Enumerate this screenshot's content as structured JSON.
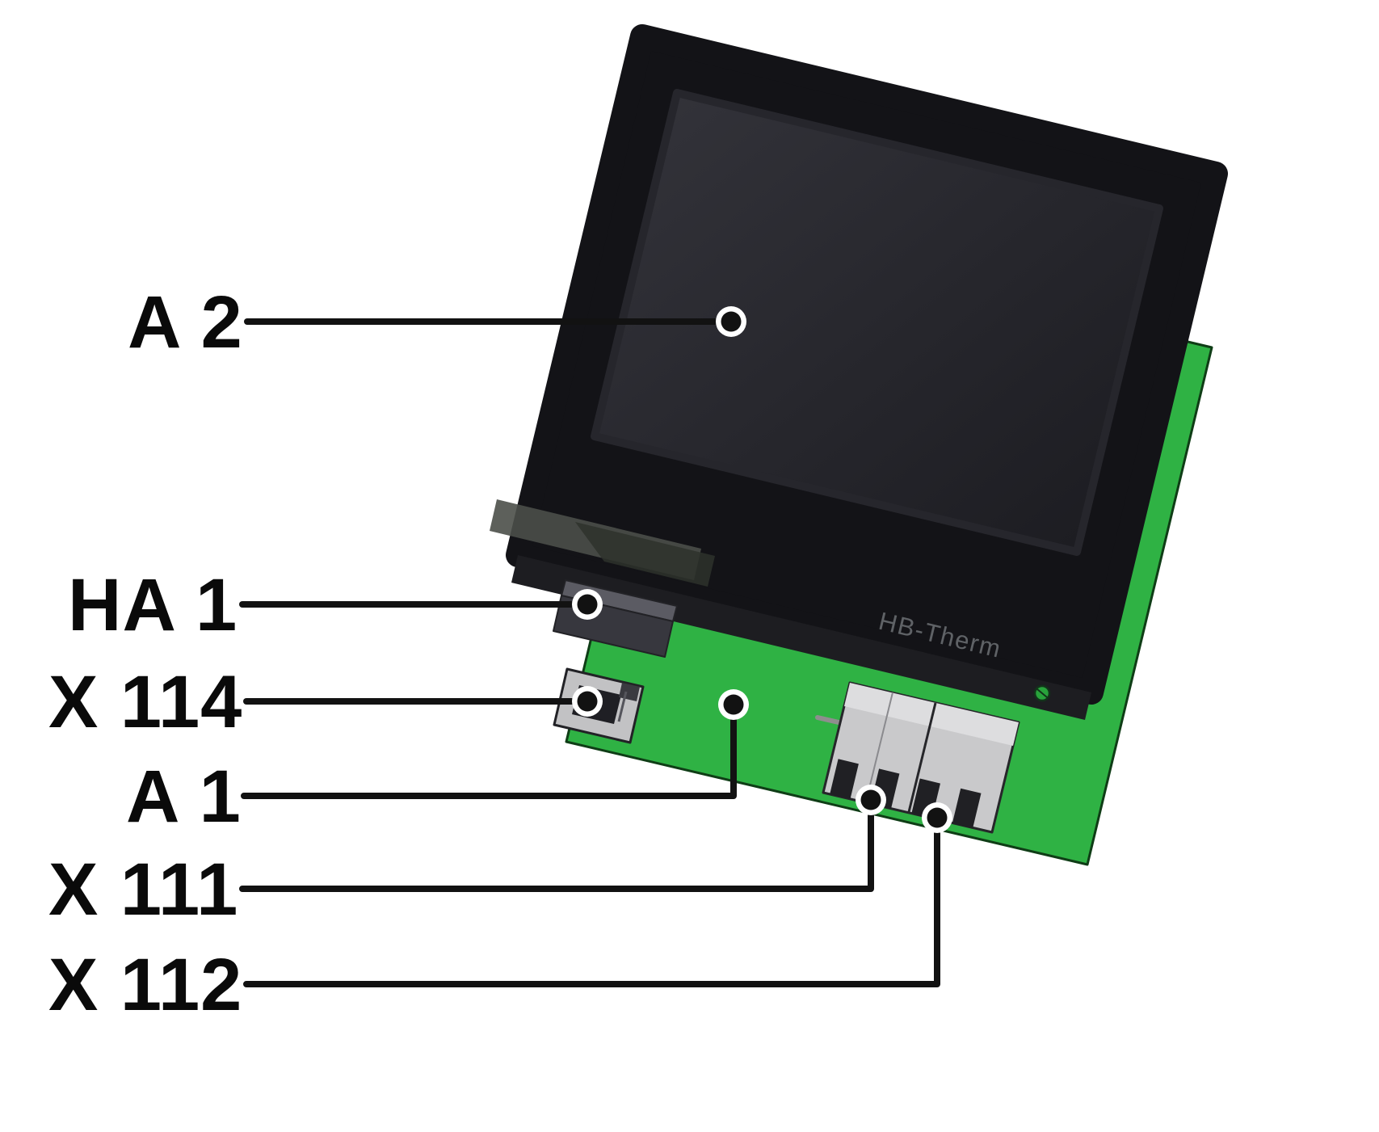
{
  "figure": {
    "brand_text": "HB-Therm",
    "colors": {
      "pcb_green": "#2fb244",
      "panel_black": "#131317",
      "screen_dark": "#26262c",
      "connector_grey": "#c9c9cb",
      "leader_line_black": "#121212"
    },
    "callouts": [
      {
        "id": "a2",
        "label": "A 2"
      },
      {
        "id": "ha1",
        "label": "HA 1"
      },
      {
        "id": "x114",
        "label": "X 114"
      },
      {
        "id": "a1",
        "label": "A 1"
      },
      {
        "id": "x111",
        "label": "X 111"
      },
      {
        "id": "x112",
        "label": "X 112"
      }
    ]
  }
}
